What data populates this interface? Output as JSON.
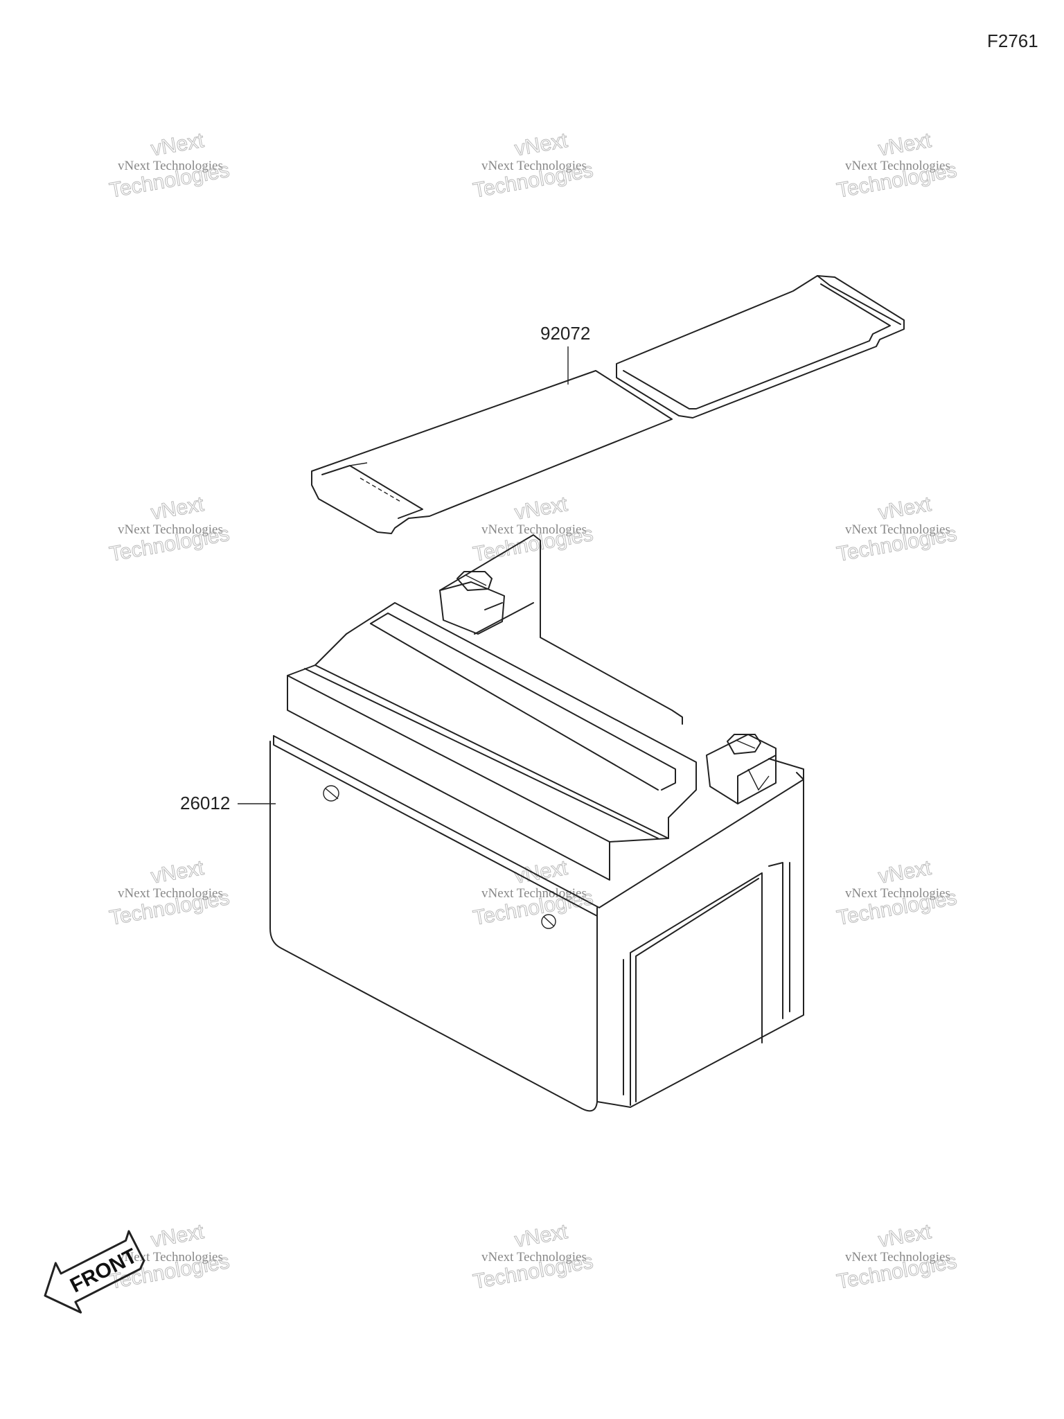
{
  "figure_code": "F2761",
  "parts": {
    "strap": "92072",
    "battery": "26012"
  },
  "front_marker": "FRONT",
  "watermark": {
    "line1": "vNext",
    "line2": "vNext Technologies",
    "line3": "Technologies"
  }
}
